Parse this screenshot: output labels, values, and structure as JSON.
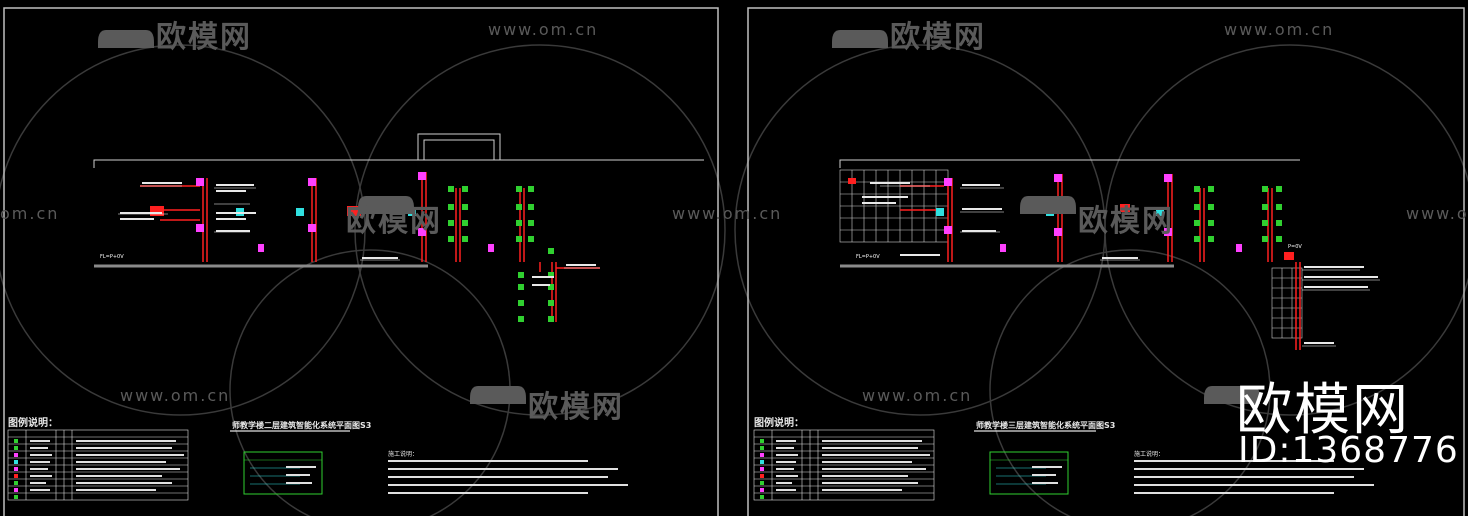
{
  "watermark": {
    "brand": "欧模网",
    "url": "www.om.cn",
    "url_partial": "om.cn"
  },
  "sheets": [
    {
      "legend_title": "图例说明：",
      "drawing_title": "师教学楼二层建筑智能化系统平面图S3",
      "notes_title": "施工说明："
    },
    {
      "legend_title": "图例说明：",
      "drawing_title": "师教学楼三层建筑智能化系统平面图S3",
      "notes_title": "施工说明："
    }
  ],
  "overlay": {
    "brand": "欧模网",
    "id": "ID:1368776"
  },
  "annotations": {
    "left_floor": "FL=P+0V",
    "right_floor": "FL=P+0V",
    "right_top": "P=0V"
  },
  "colors": {
    "background": "#000000",
    "frame": "#bfbfbf",
    "red": "#ff2020",
    "magenta": "#ff40ff",
    "cyan": "#30e0e0",
    "green": "#30d030",
    "yellow": "#ffff40",
    "watermark": "#5a5a5a"
  }
}
